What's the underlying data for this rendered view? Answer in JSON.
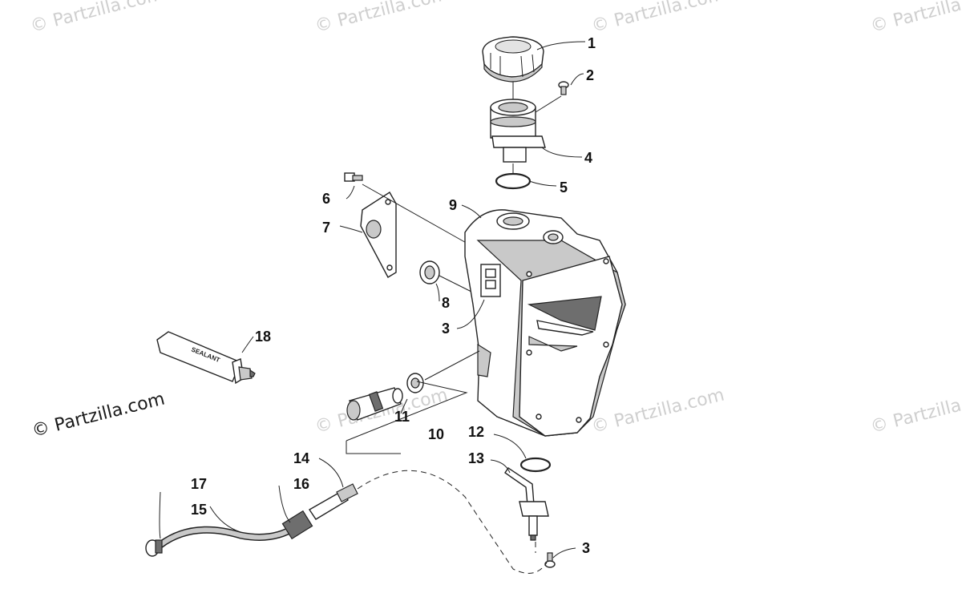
{
  "watermarks": [
    "© Partzilla.com",
    "© Partzilla.com",
    "© Partzilla.com",
    "© Partzilla.com",
    "© Partzilla.com",
    "© Partzilla.com",
    "© Partzilla.com"
  ],
  "main_watermark": "© Partzilla.com",
  "sealant_label": "SEALANT",
  "callouts": [
    "1",
    "2",
    "4",
    "5",
    "6",
    "9",
    "7",
    "8",
    "3",
    "18",
    "11",
    "10",
    "12",
    "13",
    "14",
    "16",
    "17",
    "15",
    "3"
  ]
}
